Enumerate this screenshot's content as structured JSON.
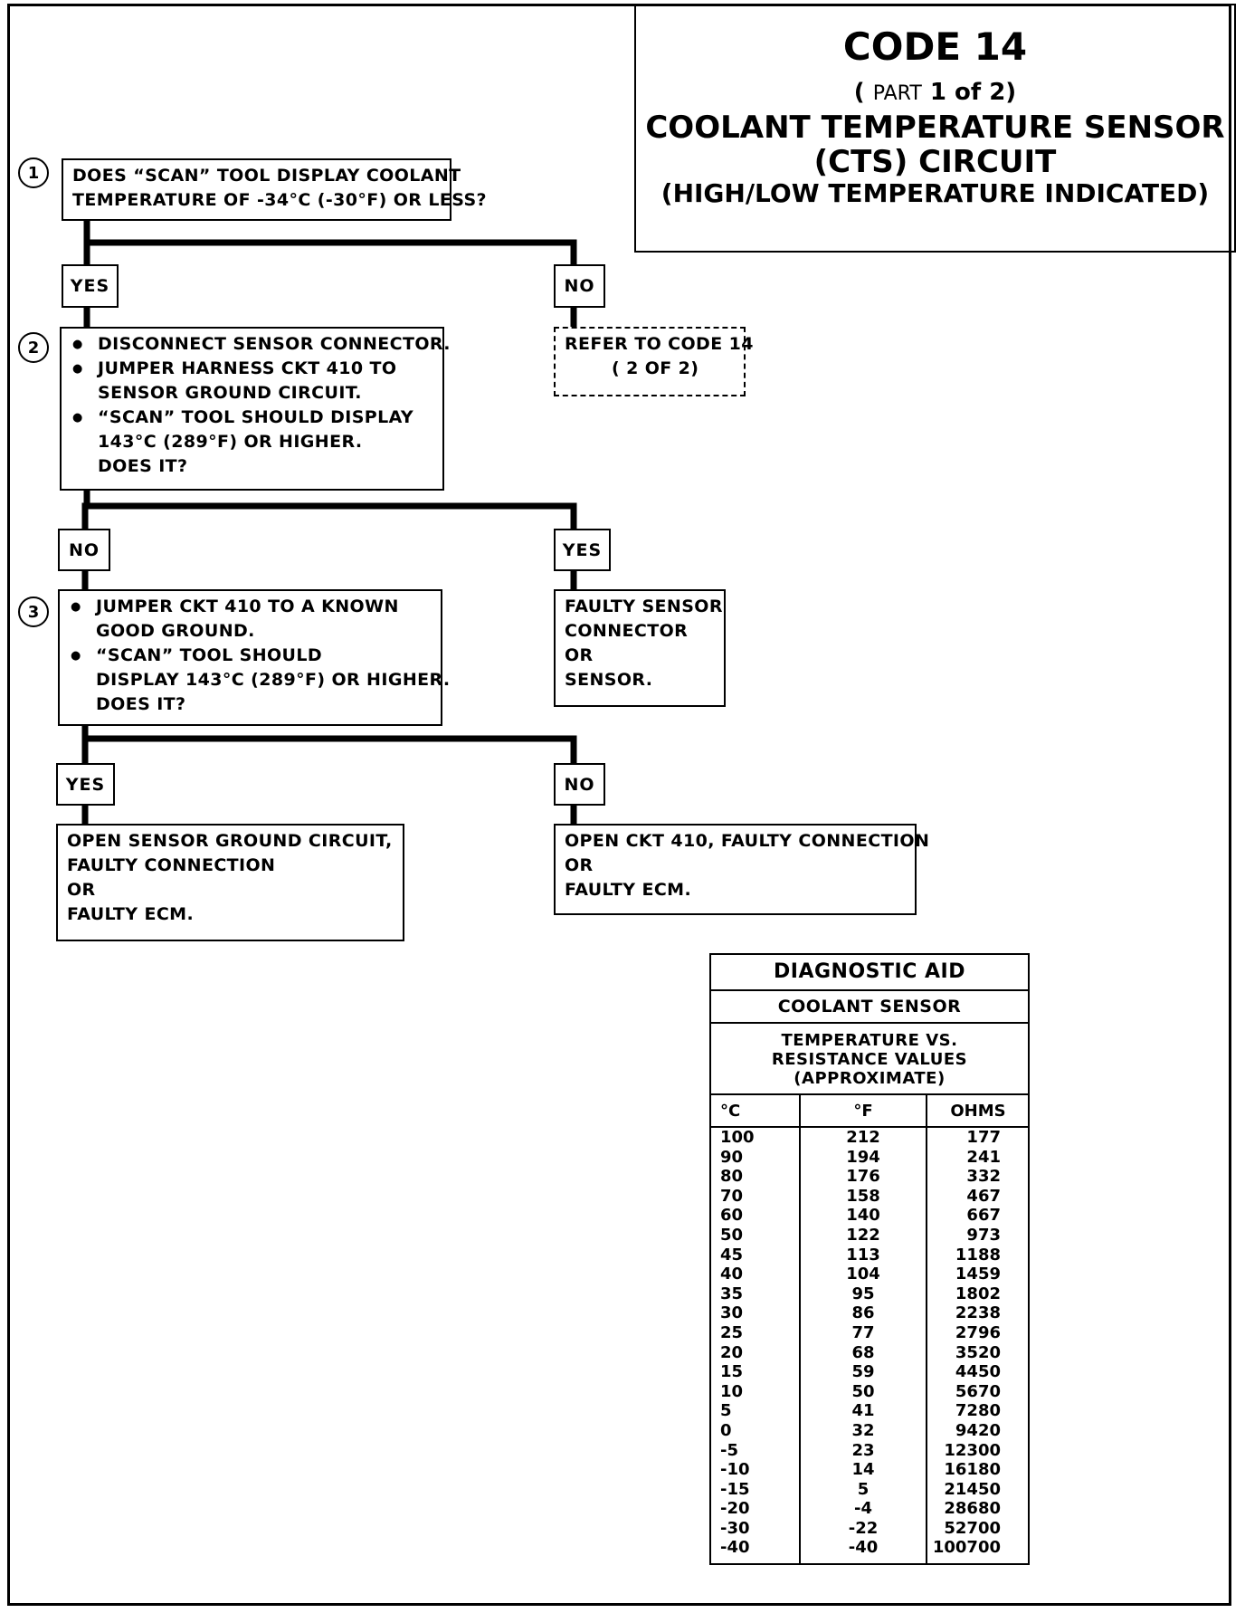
{
  "title": {
    "code": "CODE 14",
    "part_open": "( ",
    "part_word": "PART",
    "part_rest": " 1 of 2)",
    "main": "COOLANT  TEMPERATURE SENSOR",
    "main2": "(CTS) CIRCUIT",
    "sub": "(HIGH/LOW TEMPERATURE INDICATED)"
  },
  "steps": [
    "1",
    "2",
    "3"
  ],
  "step1": {
    "lines": [
      "DOES “SCAN” TOOL DISPLAY COOLANT",
      "TEMPERATURE OF -34°C (-30°F) OR LESS?"
    ]
  },
  "step1_yes": "YES",
  "step1_no": "NO",
  "refer": {
    "lines": [
      "REFER TO CODE 14",
      "( 2 OF 2)"
    ]
  },
  "step2": {
    "bullets": [
      [
        "DISCONNECT SENSOR CONNECTOR."
      ],
      [
        "JUMPER HARNESS CKT 410 TO",
        "SENSOR GROUND CIRCUIT."
      ],
      [
        "“SCAN” TOOL SHOULD DISPLAY",
        "143°C (289°F) OR HIGHER."
      ]
    ],
    "question": "DOES IT?"
  },
  "step2_no": "NO",
  "step2_yes": "YES",
  "faulty_sensor": {
    "lines": [
      "FAULTY SENSOR",
      "CONNECTOR",
      "OR",
      "SENSOR."
    ]
  },
  "step3": {
    "bullets": [
      [
        "JUMPER CKT 410 TO A KNOWN",
        "GOOD GROUND."
      ],
      [
        "“SCAN” TOOL SHOULD",
        "DISPLAY 143°C (289°F) OR HIGHER."
      ]
    ],
    "question": "DOES IT?"
  },
  "step3_yes": "YES",
  "step3_no": "NO",
  "result_yes": {
    "lines": [
      "OPEN SENSOR GROUND CIRCUIT,",
      "FAULTY CONNECTION",
      "OR",
      "FAULTY ECM."
    ]
  },
  "result_no": {
    "lines": [
      "OPEN CKT 410, FAULTY CONNECTION",
      "OR",
      "FAULTY ECM."
    ]
  },
  "diagnostic_aid": {
    "title": "DIAGNOSTIC AID",
    "subtitle": "COOLANT SENSOR",
    "description": [
      "TEMPERATURE VS.",
      "RESISTANCE VALUES",
      "(APPROXIMATE)"
    ],
    "columns": [
      "°C",
      "°F",
      "OHMS"
    ],
    "rows": [
      [
        "100",
        "212",
        "177"
      ],
      [
        "90",
        "194",
        "241"
      ],
      [
        "80",
        "176",
        "332"
      ],
      [
        "70",
        "158",
        "467"
      ],
      [
        "60",
        "140",
        "667"
      ],
      [
        "50",
        "122",
        "973"
      ],
      [
        "45",
        "113",
        "1188"
      ],
      [
        "40",
        "104",
        "1459"
      ],
      [
        "35",
        "95",
        "1802"
      ],
      [
        "30",
        "86",
        "2238"
      ],
      [
        "25",
        "77",
        "2796"
      ],
      [
        "20",
        "68",
        "3520"
      ],
      [
        "15",
        "59",
        "4450"
      ],
      [
        "10",
        "50",
        "5670"
      ],
      [
        "5",
        "41",
        "7280"
      ],
      [
        "0",
        "32",
        "9420"
      ],
      [
        "-5",
        "23",
        "12300"
      ],
      [
        "-10",
        "14",
        "16180"
      ],
      [
        "-15",
        "5",
        "21450"
      ],
      [
        "-20",
        "-4",
        "28680"
      ],
      [
        "-30",
        "-22",
        "52700"
      ],
      [
        "-40",
        "-40",
        "100700"
      ]
    ]
  }
}
